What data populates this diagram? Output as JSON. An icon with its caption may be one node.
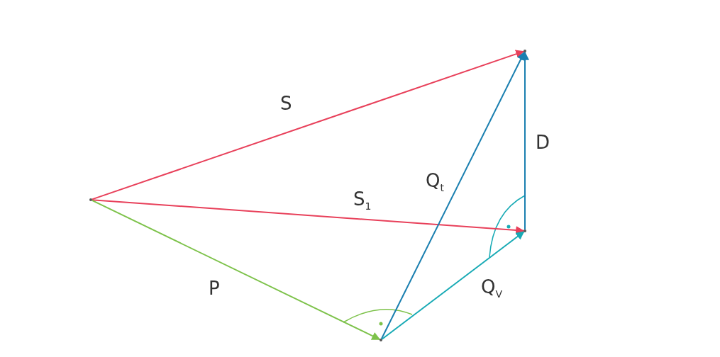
{
  "diagram": {
    "nodes": [
      {
        "text": [],
        "shape": "point"
      },
      {
        "text": [],
        "shape": "point"
      },
      {
        "text": [],
        "shape": "point"
      },
      {
        "text": [],
        "shape": "point"
      }
    ],
    "edges": [
      {
        "from": 0,
        "to": 3,
        "arrow": "to",
        "label": "S",
        "color": "#e8405a"
      },
      {
        "from": 0,
        "to": 2,
        "arrow": "to",
        "label": "S$_{1}$",
        "color": "#e8405a"
      },
      {
        "from": 0,
        "to": 1,
        "arrow": "to",
        "label": "P",
        "color": "#7dc24a"
      },
      {
        "from": 1,
        "to": 3,
        "arrow": "to",
        "label": "Q$_{t}$",
        "color": "#1a7fb0"
      },
      {
        "from": 1,
        "to": 2,
        "arrow": "to",
        "label": "Q$_{V}$",
        "color": "#17aab5"
      },
      {
        "from": 2,
        "to": 3,
        "arrow": "to",
        "label": "D",
        "color": "#1a7fb0"
      }
    ]
  }
}
